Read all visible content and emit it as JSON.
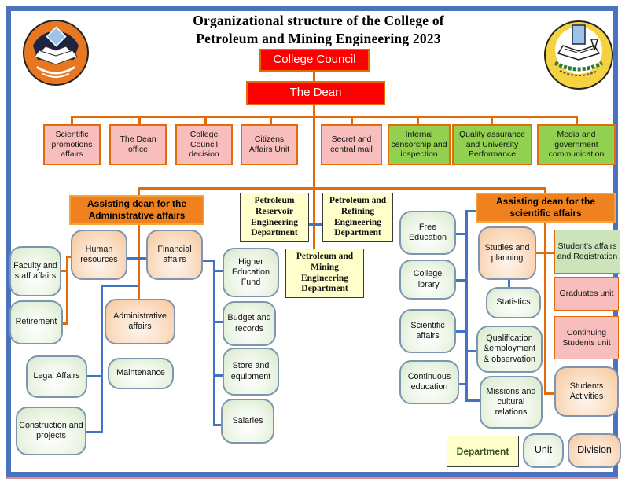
{
  "title": {
    "line1": "Organizational structure of the College of",
    "line2": "Petroleum and Mining Engineering 2023"
  },
  "logos": {
    "left": "university-seal-logo",
    "right": "college-of-petroleum-and-mining-seal-logo"
  },
  "nodes": {
    "college_council": "College Council",
    "the_dean": "The Dean",
    "scientific_promotions": "Scientific promotions affairs",
    "dean_office": "The Dean office",
    "council_decision": "College Council decision",
    "citizens_affairs": "Citizens Affairs Unit",
    "secret_mail": "Secret and central mail",
    "internal_censorship": "Internal censorship and inspection",
    "quality_assurance": "Quality assurance and University Performance",
    "media_gov": "Media and government communication",
    "assist_admin": "Assisting dean for the Administrative affairs",
    "assist_scientific": "Assisting dean for the scientific affairs",
    "dept_reservoir": "Petroleum Reservoir Engineering Department",
    "dept_refining": "Petroleum and Refining Engineering Department",
    "dept_mining": "Petroleum and Mining Engineering Department",
    "human_resources": "Human resources",
    "financial_affairs": "Financial affairs",
    "administrative_affairs": "Administrative affairs",
    "faculty_staff": "Faculty and staff affairs",
    "retirement": "Retirement",
    "legal_affairs": "Legal Affairs",
    "construction": "Construction and projects",
    "maintenance": "Maintenance",
    "higher_edu_fund": "Higher Education Fund",
    "budget_records": "Budget and records",
    "store_equipment": "Store and equipment",
    "salaries": "Salaries",
    "free_education": "Free Education",
    "college_library": "College library",
    "scientific_affairs": "Scientific affairs",
    "continuous_education": "Continuous education",
    "studies_planning": "Studies and planning",
    "statistics": "Statistics",
    "qualification": "Qualification &employment & observation",
    "missions": "Missions and cultural relations",
    "student_affairs_reg": "Student’s affairs and Registration",
    "graduates_unit": "Graduates unit",
    "continuing_students": "Continuing Students unit",
    "students_activities": "Students Activities"
  },
  "legend": {
    "department": "Department",
    "unit": "Unit",
    "division": "Division"
  },
  "colors": {
    "frame_border": "#4a72bd",
    "connector_orange": "#e36c09",
    "connector_blue": "#4472c4",
    "red_box": "#fe0000",
    "pink_box": "#f8bebd",
    "green_box": "#92d050",
    "orange_dean_box": "#f0811f",
    "department_box": "#ffffcc",
    "unit_box": "#d6e9cb",
    "division_box": "#f6c79c",
    "legend_text_green": "#375623"
  }
}
